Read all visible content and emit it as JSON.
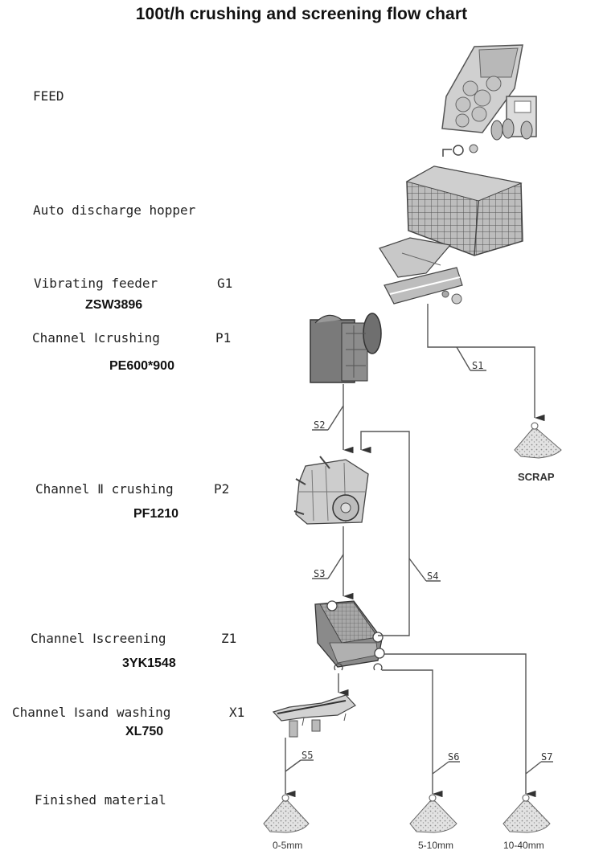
{
  "title": "100t/h crushing and screening flow chart",
  "stages": {
    "feed": {
      "label": "FEED"
    },
    "hopper": {
      "label": "Auto discharge hopper"
    },
    "feeder": {
      "label": "Vibrating feeder",
      "code": "G1",
      "model": "ZSW3896"
    },
    "primary": {
      "label": "Channel Ⅰcrushing",
      "code": "P1",
      "model": "PE600*900"
    },
    "secondary": {
      "label": "Channel Ⅱ crushing",
      "code": "P2",
      "model": "PF1210"
    },
    "screening": {
      "label": "Channel Ⅰscreening",
      "code": "Z1",
      "model": "3YK1548"
    },
    "washing": {
      "label": "Channel Ⅰsand washing",
      "code": "X1",
      "model": "XL750"
    },
    "finished": {
      "label": "Finished material"
    }
  },
  "streams": [
    "S1",
    "S2",
    "S3",
    "S4",
    "S5",
    "S6",
    "S7"
  ],
  "outputs": {
    "scrap": "SCRAP",
    "products": [
      "0-5mm",
      "5-10mm",
      "10-40mm"
    ]
  },
  "colors": {
    "line": "#555555",
    "machine": "#9a9a9a",
    "machine_dark": "#6b6b6b",
    "pile": "#c8c8c8"
  }
}
